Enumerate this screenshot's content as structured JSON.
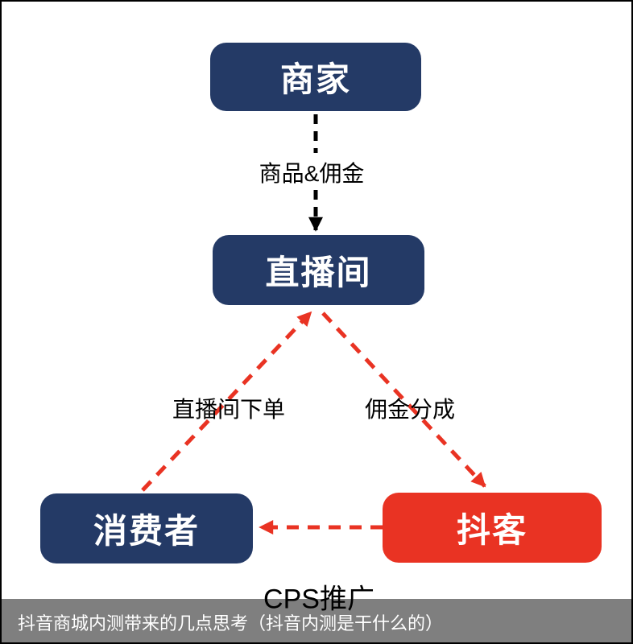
{
  "page": {
    "cps_label": "CPS推广",
    "caption": "抖音商城内测带来的几点思考（抖音内测是干什么的）"
  },
  "diagram": {
    "nodes": [
      {
        "id": "merchant",
        "label": "商家",
        "color": "#243a66"
      },
      {
        "id": "liveroom",
        "label": "直播间",
        "color": "#243a66"
      },
      {
        "id": "consumer",
        "label": "消费者",
        "color": "#243a66"
      },
      {
        "id": "douke",
        "label": "抖客",
        "color": "#e93323"
      }
    ],
    "edges": [
      {
        "from": "merchant",
        "to": "liveroom",
        "label": "商品&佣金",
        "style": "dashed",
        "color": "#000000"
      },
      {
        "from": "consumer",
        "to": "liveroom",
        "label": "直播间下单",
        "style": "dashed",
        "color": "#e93323"
      },
      {
        "from": "liveroom",
        "to": "douke",
        "label": "佣金分成",
        "style": "dashed",
        "color": "#e93323"
      },
      {
        "from": "douke",
        "to": "consumer",
        "label": "",
        "style": "dashed",
        "color": "#e93323"
      }
    ]
  },
  "colors": {
    "node-navy": "#243a66",
    "node-red": "#e93323",
    "arrow-red": "#e93323",
    "arrow-black": "#000000",
    "node-text": "#ffffff",
    "caption-text": "#ffffff",
    "footer-bar": "rgba(0,0,0,0.5)",
    "canvas-bg": "#ffffff",
    "canvas-border": "#000000"
  }
}
